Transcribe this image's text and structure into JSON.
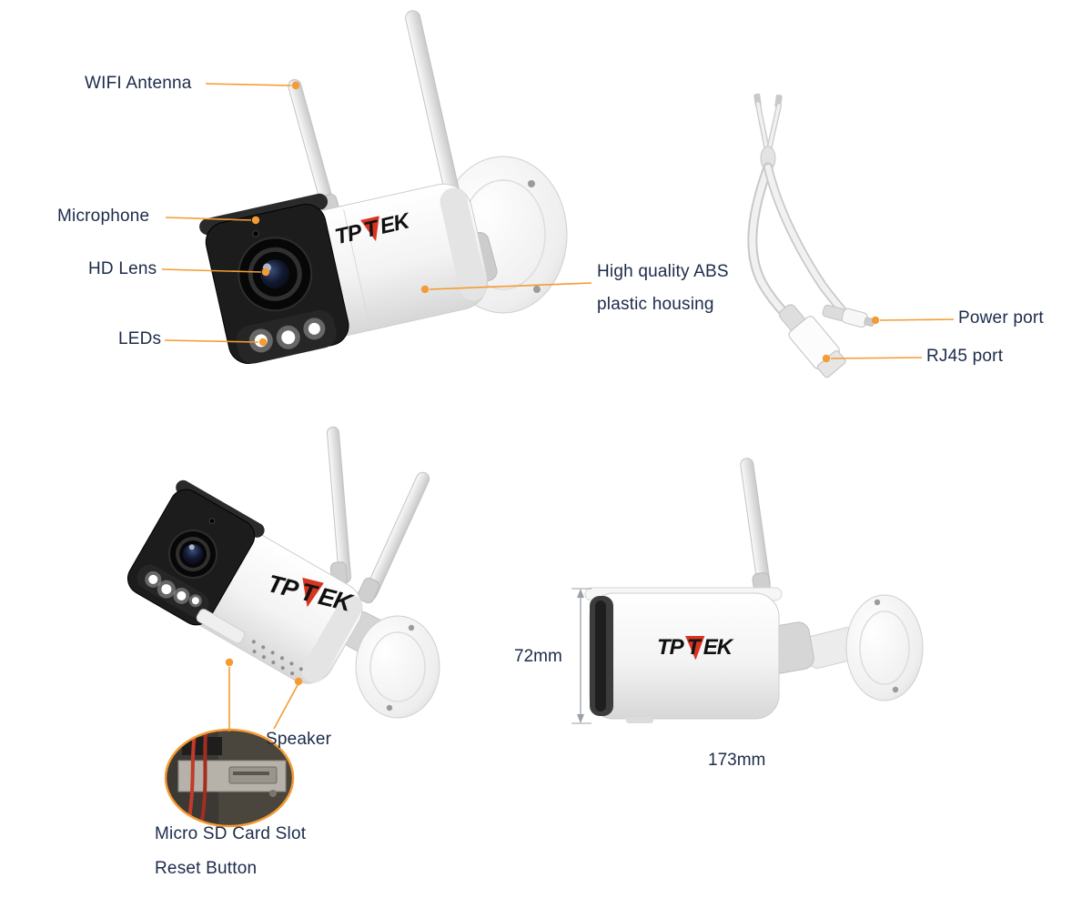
{
  "colors": {
    "accent_orange": "#F49B33",
    "brand_red": "#D93420",
    "text_ink": "#1C2B4A"
  },
  "brand": {
    "prefix": "TP",
    "mid": "T",
    "suffix": "EK"
  },
  "annotations": {
    "wifi_antenna": "WIFI Antenna",
    "microphone": "Microphone",
    "hd_lens": "HD Lens",
    "leds": "LEDs",
    "housing_line1": "High quality ABS",
    "housing_line2": "plastic housing",
    "power_port": "Power port",
    "rj45_port": "RJ45 port",
    "speaker": "Speaker",
    "micro_sd_card_slot": "Micro SD Card Slot",
    "reset_button": "Reset Button"
  },
  "dimensions": {
    "height": "72mm",
    "length": "173mm"
  }
}
